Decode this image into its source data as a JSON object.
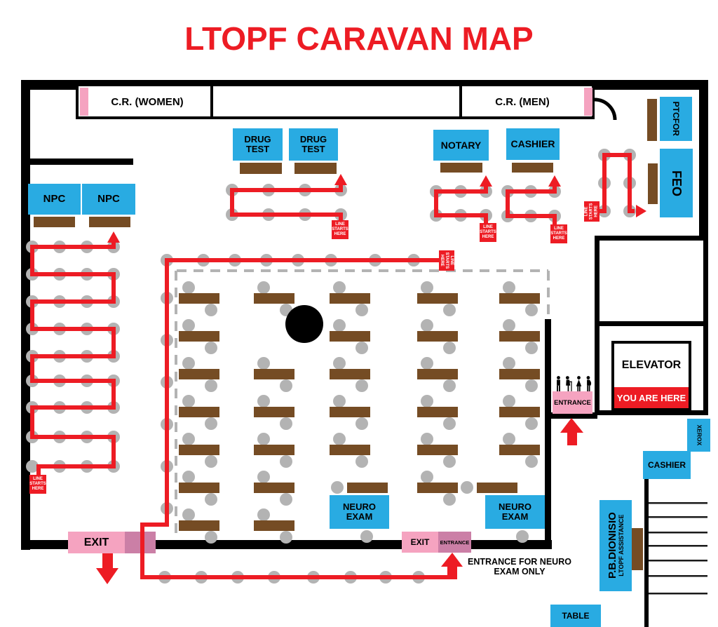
{
  "title": "LTOPF CARAVAN MAP",
  "colors": {
    "accent_red": "#ed1c24",
    "station_blue": "#29abe2",
    "table_brown": "#754c24",
    "pink_light": "#f5a3c0",
    "pink_dark": "#cb7fa6",
    "queue_gray": "#b3b3b3"
  },
  "rooms": {
    "cr_women": "C.R. (WOMEN)",
    "cr_men": "C.R. (MEN)",
    "elevator": "ELEVATOR",
    "you_are_here": "YOU ARE HERE"
  },
  "stations": {
    "npc_left": "NPC",
    "npc_right": "NPC",
    "drug_test_left": "DRUG TEST",
    "drug_test_right": "DRUG TEST",
    "notary": "NOTARY",
    "cashier": "CASHIER",
    "ptcfor": "PTCFOR",
    "feo": "FEO",
    "neuro_exam_left": "NEURO EXAM",
    "neuro_exam_right": "NEURO EXAM",
    "cashier_lower": "CASHIER",
    "xerox": "XEROX",
    "pb_dionisio": "P.B.DIONISIO",
    "pb_dionisio_sub": "LTOPF ASSISTANCE",
    "table": "TABLE"
  },
  "signs": {
    "exit": "EXIT",
    "entrance": "ENTRANCE",
    "line_starts_here": "LINE STARTS HERE",
    "neuro_note_1": "ENTRANCE FOR NEURO",
    "neuro_note_2": "EXAM ONLY"
  },
  "priority_lane_icons": [
    "person",
    "senior-with-cane",
    "woman",
    "pregnant-woman"
  ]
}
